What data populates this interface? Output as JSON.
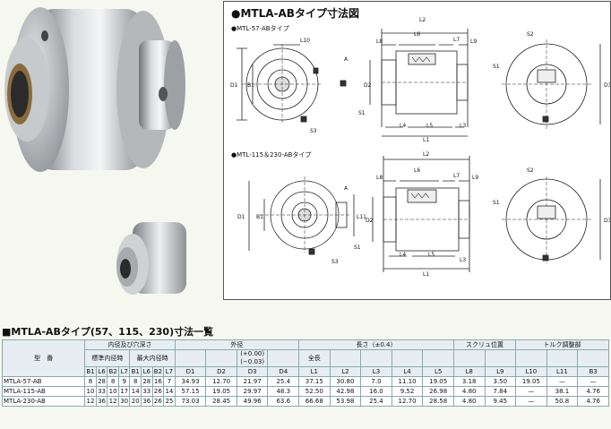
{
  "drawing": {
    "title": "●MTLA-ABタイプ寸法図",
    "sub1": "●MTL-57-ABタイプ",
    "sub2": "●MTL-115＆230-ABタイプ",
    "labels1": {
      "L10": "L10",
      "A": "A",
      "D1": "D1",
      "B1": "B1",
      "S1": "S1",
      "S3": "S3",
      "L2": "L2",
      "L8": "L8",
      "L6": "L6",
      "L7": "L7",
      "L9": "L9",
      "D2": "D2",
      "L4": "L4",
      "L5": "L5",
      "L3": "L3",
      "L1": "L1",
      "S2": "S2",
      "D3": "D3",
      "S1b": "S1"
    },
    "labels2": {
      "L11": "L11",
      "A": "A",
      "D1": "D1",
      "B1": "B1",
      "S1": "S1",
      "S3": "S3",
      "L2": "L2",
      "L8": "L8",
      "L6": "L6",
      "L7": "L7",
      "L9": "L9",
      "D2": "D2",
      "L4": "L4",
      "L5": "L5",
      "L3": "L3",
      "L1": "L1",
      "S2": "S2",
      "D3": "D3",
      "S1b": "S1"
    }
  },
  "table": {
    "title": "■MTLA-ABタイプ(57、115、230)寸法一覧",
    "h_model": "型　番",
    "h_bore": "内径及び穴深さ",
    "h_std": "標準内径時",
    "h_max": "最大内径時",
    "h_od": "外径",
    "h_len": "長さ（±0.4）",
    "h_screw": "スクリュ位置",
    "h_torque": "トルク調整部",
    "h_total": "全長",
    "h_tol1": "(+0.00)",
    "h_tol2": "(−0.03)",
    "cols": [
      "B1",
      "L6",
      "B2",
      "L7",
      "B1",
      "L6",
      "B2",
      "L7",
      "D1",
      "D2",
      "D3",
      "D4",
      "L1",
      "L2",
      "L3",
      "L4",
      "L5",
      "L8",
      "L9",
      "L10",
      "L11",
      "B3"
    ],
    "rows": [
      {
        "model": "MTLA-57-AB",
        "v": [
          "8",
          "28",
          "8",
          "9",
          "8",
          "28",
          "16",
          "7",
          "34.93",
          "12.70",
          "21.97",
          "25.4",
          "37.15",
          "30.80",
          "7.0",
          "11.10",
          "19.05",
          "3.18",
          "3.50",
          "19.05",
          "—",
          "—"
        ]
      },
      {
        "model": "MTLA-115-AB",
        "v": [
          "10",
          "33",
          "10",
          "17",
          "14",
          "33",
          "26",
          "14",
          "57.15",
          "19.05",
          "29.97",
          "48.3",
          "52.50",
          "42.98",
          "16.0",
          "9.52",
          "26.98",
          "4.80",
          "7.84",
          "—",
          "38.1",
          "4.76"
        ]
      },
      {
        "model": "MTLA-230-AB",
        "v": [
          "12",
          "36",
          "12",
          "30",
          "20",
          "36",
          "26",
          "25",
          "73.03",
          "28.45",
          "49.96",
          "63.6",
          "66.68",
          "53.98",
          "25.4",
          "12.70",
          "28.58",
          "4.80",
          "9.45",
          "—",
          "50.8",
          "4.76"
        ]
      }
    ]
  }
}
